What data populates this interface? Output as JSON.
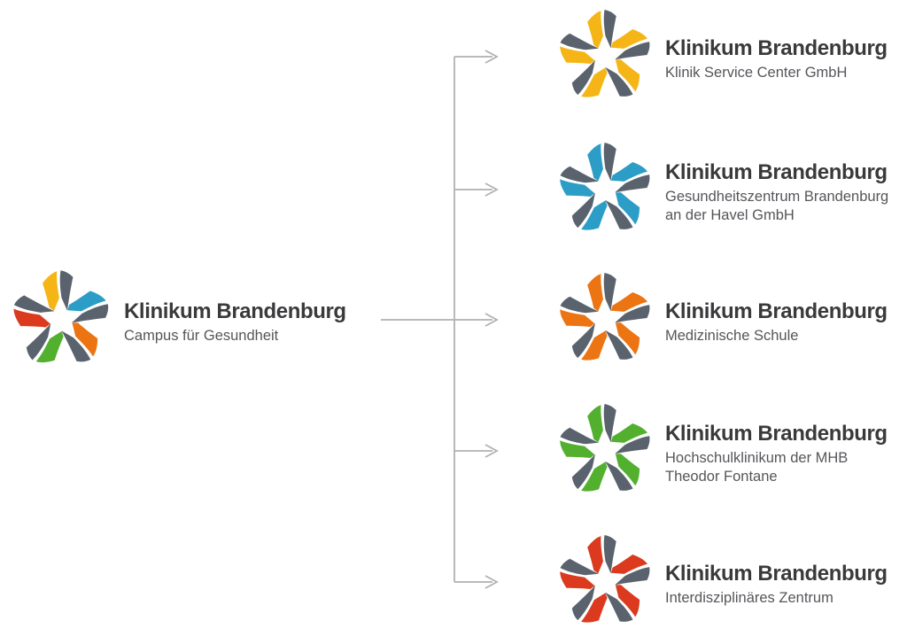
{
  "page": {
    "background": "#FFFFFF"
  },
  "colors": {
    "logo_gray": "#5A636D"
  },
  "text": {
    "title_color": "#3A3A3C",
    "subtitle_color": "#55565A"
  },
  "connector": {
    "color": "#B1B1B1"
  },
  "root": {
    "title": "Klinikum Brandenburg",
    "subtitle": "Campus für Gesundheit",
    "arm_colors": [
      "#F5B516",
      "#2B9DC6",
      "#EC7412",
      "#53B02F",
      "#DB3A1E"
    ]
  },
  "subsidiaries": [
    {
      "title": "Klinikum Brandenburg",
      "subtitle_lines": [
        "Klinik Service Center GmbH"
      ],
      "color": "#F5B516"
    },
    {
      "title": "Klinikum Brandenburg",
      "subtitle_lines": [
        "Gesundheitszentrum Brandenburg",
        "an der Havel GmbH"
      ],
      "color": "#2B9DC6"
    },
    {
      "title": "Klinikum Brandenburg",
      "subtitle_lines": [
        "Medizinische Schule"
      ],
      "color": "#EC7412"
    },
    {
      "title": "Klinikum Brandenburg",
      "subtitle_lines": [
        "Hochschulklinikum der MHB",
        "Theodor Fontane"
      ],
      "color": "#53B02F"
    },
    {
      "title": "Klinikum Brandenburg",
      "subtitle_lines": [
        "Interdisziplinäres Zentrum"
      ],
      "color": "#DB3A1E"
    }
  ]
}
